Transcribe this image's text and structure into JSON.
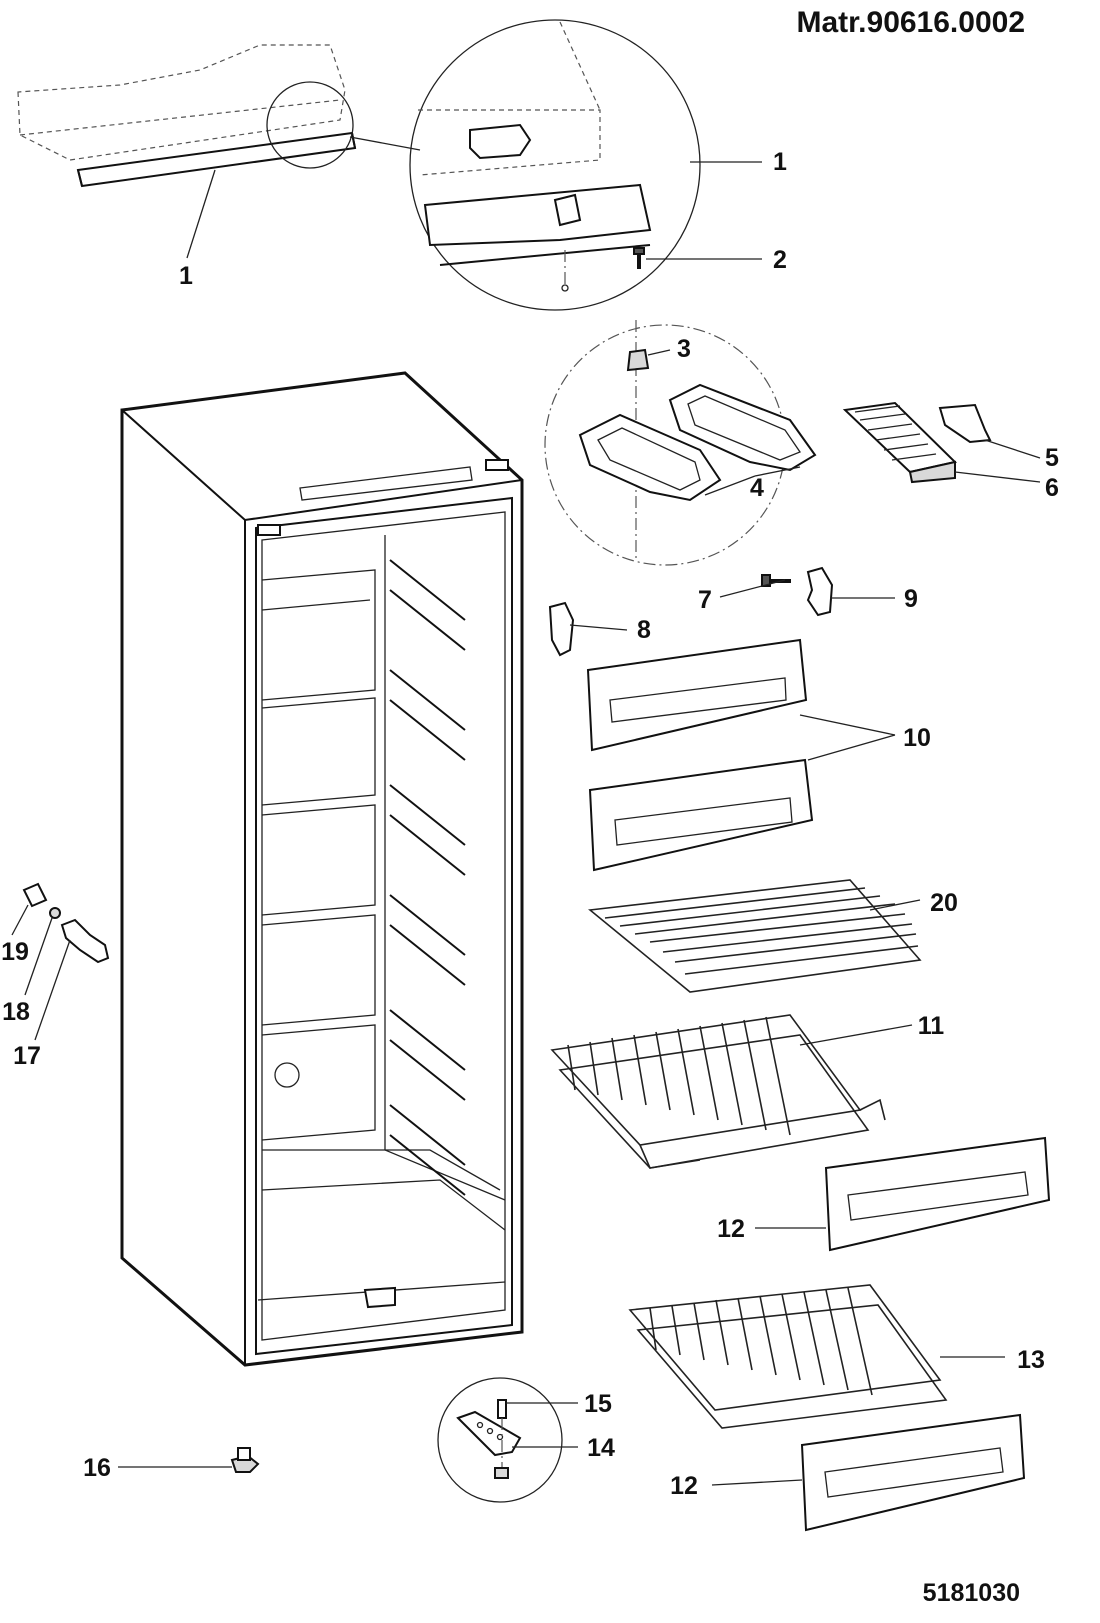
{
  "header": {
    "material_code": "Matr.90616.0002"
  },
  "footer": {
    "drawing_number": "5181030"
  },
  "callouts": {
    "c1a": "1",
    "c1b": "1",
    "c2": "2",
    "c3": "3",
    "c4": "4",
    "c5": "5",
    "c6": "6",
    "c7": "7",
    "c8": "8",
    "c9": "9",
    "c10": "10",
    "c11": "11",
    "c12a": "12",
    "c12b": "12",
    "c13": "13",
    "c14": "14",
    "c15": "15",
    "c16": "16",
    "c17": "17",
    "c18": "18",
    "c19": "19",
    "c20": "20"
  }
}
